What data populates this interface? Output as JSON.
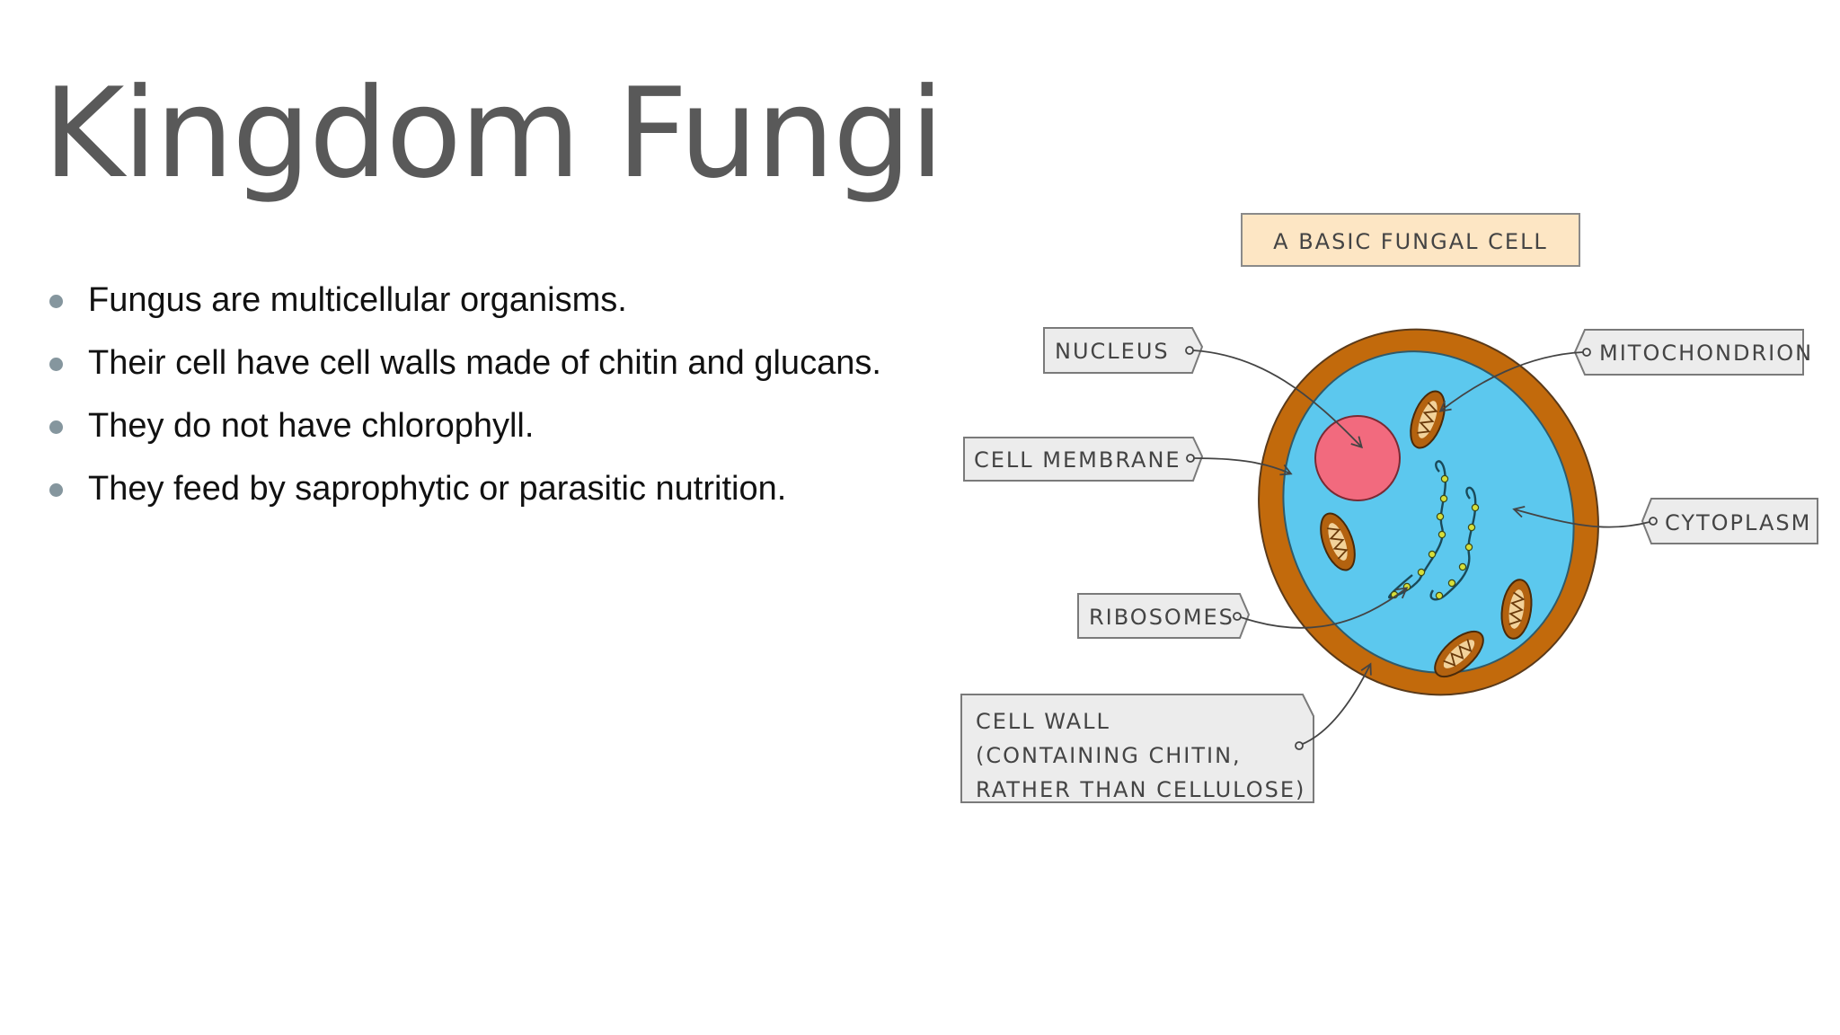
{
  "slide": {
    "title": "Kingdom Fungi",
    "bullets": [
      "Fungus are multicellular organisms.",
      "Their cell have cell walls made of chitin and glucans.",
      "They do not have chlorophyll.",
      "They feed by saprophytic or parasitic nutrition."
    ]
  },
  "diagram": {
    "heading": "A BASIC FUNGAL CELL",
    "labels": {
      "nucleus": "NUCLEUS",
      "cell_membrane": "CELL MEMBRANE",
      "ribosomes": "RIBOSOMES",
      "cell_wall_line1": "CELL WALL",
      "cell_wall_line2": "(CONTAINING CHITIN,",
      "cell_wall_line3": "RATHER THAN CELLULOSE)",
      "mitochondrion": "MITOCHONDRION",
      "cytoplasm": "CYTOPLASM"
    },
    "colors": {
      "cell_wall": "#c26a0c",
      "cytoplasm": "#5cc8ee",
      "nucleus": "#f26a7e",
      "mitochondria": "#b3620f",
      "heading_box": "#fde6c4",
      "label_box": "#ececec",
      "ribosome": "#d6df3a"
    }
  }
}
